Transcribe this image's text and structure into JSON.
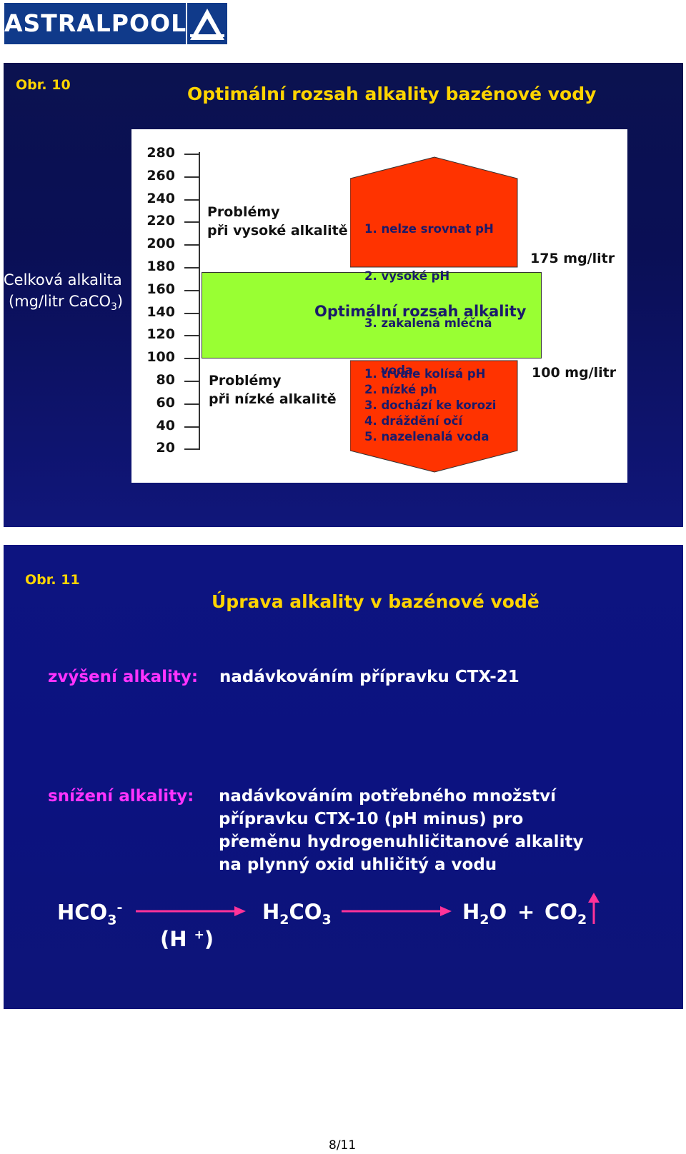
{
  "logo": {
    "text": "ASTRALPOOL",
    "brand_color": "#103a8a"
  },
  "slide1": {
    "figure_label": "Obr. 10",
    "title": "Optimální  rozsah alkality bazénové vody",
    "y_axis_title_line1": "Celková alkalita",
    "y_axis_title_line2": "(mg/litr CaCO",
    "y_axis_title_sub": "3",
    "y_axis_title_close": ")",
    "ticks": [
      "280",
      "260",
      "240",
      "220",
      "200",
      "180",
      "160",
      "140",
      "120",
      "100",
      "80",
      "60",
      "40",
      "20"
    ],
    "high_problems": {
      "line1": "Problémy",
      "line2": "při vysoké alkalitě"
    },
    "high_list": [
      "1. nelze srovnat pH",
      "2. vysoké pH",
      "3. zakalená mléčná",
      "    voda"
    ],
    "optimal_label": "Optimální rozsah alkality",
    "upper_limit": "175 mg/litr",
    "lower_limit": "100 mg/litr",
    "low_problems": {
      "line1": "Problémy",
      "line2": "při nízké alkalitě"
    },
    "low_list": [
      "1. trvale kolísá pH",
      "2. nízké ph",
      "3. dochází ke korozi",
      "4. dráždění očí",
      "5. nazelenalá voda"
    ],
    "colors": {
      "optimal": "#99ff33",
      "problem": "#ff3300",
      "title": "#ffd400"
    }
  },
  "slide2": {
    "figure_label": "Obr. 11",
    "title": "Úprava alkality v bazénové vodě",
    "increase_label": "zvýšení alkality:",
    "increase_text": "nadávkováním přípravku CTX-21",
    "decrease_label": "snížení alkality:",
    "decrease_lines": [
      "nadávkováním potřebného množství",
      "přípravku CTX-10 (pH minus) pro",
      "přeměnu hydrogenuhličitanové alkality",
      "na plynný oxid uhličitý a vodu"
    ],
    "reaction": {
      "reactant": "HCO",
      "reactant_sub": "3",
      "reactant_sup": "-",
      "catalyst": "(H ",
      "catalyst_sup": "+",
      "catalyst_close": ")",
      "intermediate": "H",
      "intermediate_sub1": "2",
      "intermediate_mid": "CO",
      "intermediate_sub2": "3",
      "product1": "H",
      "product1_sub": "2",
      "product1_end": "O",
      "plus": "+",
      "product2": "CO",
      "product2_sub": "2"
    },
    "colors": {
      "label": "#ff33ff",
      "arrow": "#ff3399"
    }
  },
  "footer": {
    "page": "8/11"
  }
}
